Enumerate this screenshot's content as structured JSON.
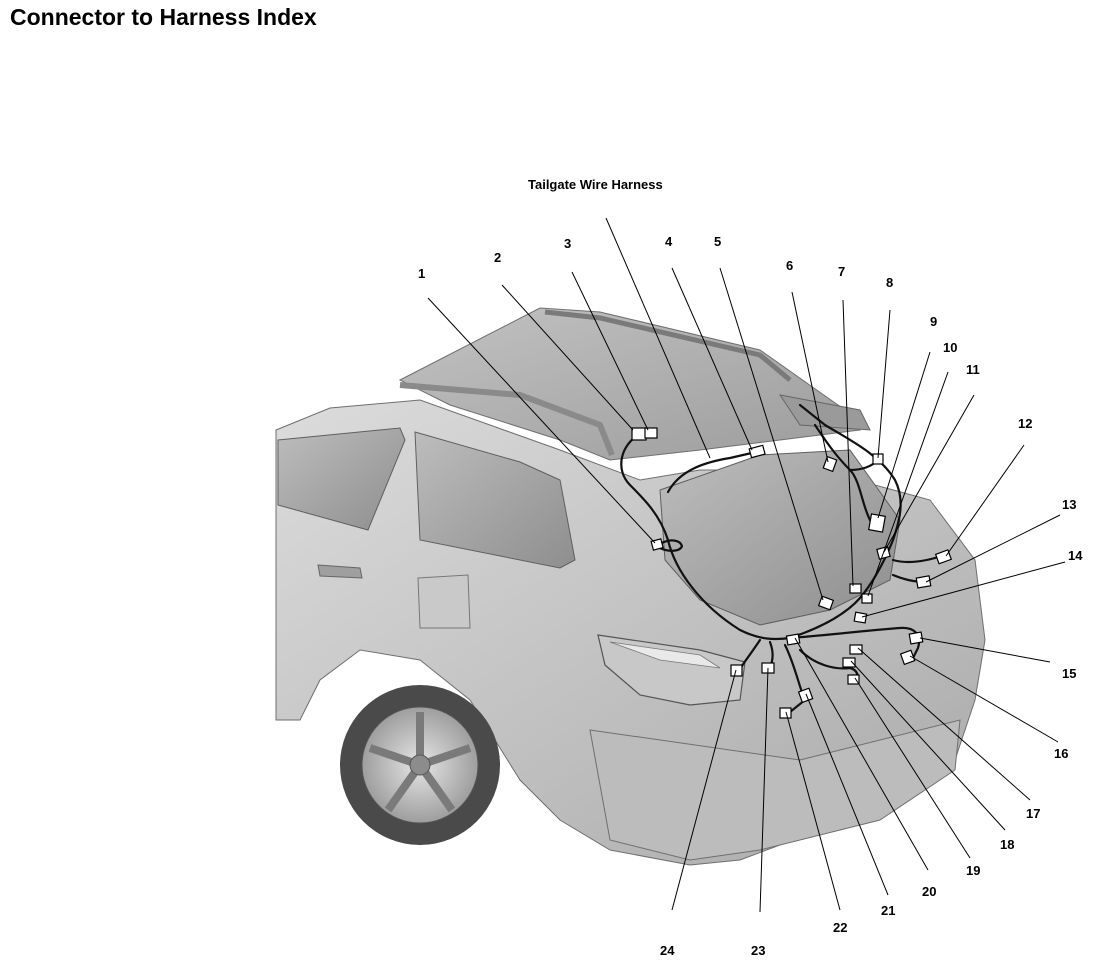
{
  "page": {
    "title": "Connector to Harness Index",
    "caption": "Tailgate Wire Harness"
  },
  "callouts": [
    {
      "id": 1,
      "label": "1"
    },
    {
      "id": 2,
      "label": "2"
    },
    {
      "id": 3,
      "label": "3"
    },
    {
      "id": 4,
      "label": "4"
    },
    {
      "id": 5,
      "label": "5"
    },
    {
      "id": 6,
      "label": "6"
    },
    {
      "id": 7,
      "label": "7"
    },
    {
      "id": 8,
      "label": "8"
    },
    {
      "id": 9,
      "label": "9"
    },
    {
      "id": 10,
      "label": "10"
    },
    {
      "id": 11,
      "label": "11"
    },
    {
      "id": 12,
      "label": "12"
    },
    {
      "id": 13,
      "label": "13"
    },
    {
      "id": 14,
      "label": "14"
    },
    {
      "id": 15,
      "label": "15"
    },
    {
      "id": 16,
      "label": "16"
    },
    {
      "id": 17,
      "label": "17"
    },
    {
      "id": 18,
      "label": "18"
    },
    {
      "id": 19,
      "label": "19"
    },
    {
      "id": 20,
      "label": "20"
    },
    {
      "id": 21,
      "label": "21"
    },
    {
      "id": 22,
      "label": "22"
    },
    {
      "id": 23,
      "label": "23"
    },
    {
      "id": 24,
      "label": "24"
    }
  ],
  "colors": {
    "body_light": "#d4d4d4",
    "body_mid": "#b9b9b9",
    "body_dark": "#8f8f8f",
    "glass": "#a8a8a8",
    "tire": "#4a4a4a",
    "line": "#000000"
  }
}
